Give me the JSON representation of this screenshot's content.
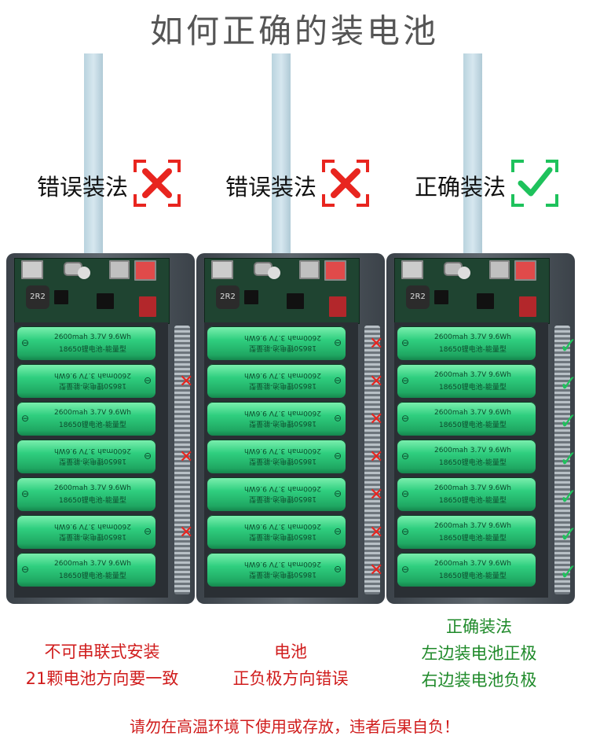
{
  "title": "如何正确的装电池",
  "battery": {
    "line1": "2600mah  3.7V  9.6Wh",
    "line2": "18650锂电池-能量型",
    "neg_symbol": "⊖"
  },
  "inductor_label": "2R2",
  "panels": [
    {
      "label": "错误装法",
      "status": "wrong",
      "status_color": "#e8251f",
      "cells_flipped": [
        false,
        true,
        false,
        true,
        false,
        true,
        false
      ],
      "marks": [
        "",
        "✕",
        "",
        "✕",
        "",
        "✕",
        ""
      ],
      "caption": [
        "不可串联式安装",
        "21颗电池方向要一致"
      ],
      "caption_color": "#d01c1c"
    },
    {
      "label": "错误装法",
      "status": "wrong",
      "status_color": "#e8251f",
      "cells_flipped": [
        true,
        true,
        true,
        true,
        true,
        true,
        true
      ],
      "marks": [
        "✕",
        "✕",
        "✕",
        "✕",
        "✕",
        "✕",
        "✕"
      ],
      "caption": [
        "电池",
        "正负极方向错误"
      ],
      "caption_color": "#d01c1c"
    },
    {
      "label": "正确装法",
      "status": "correct",
      "status_color": "#1ec25c",
      "cells_flipped": [
        false,
        false,
        false,
        false,
        false,
        false,
        false
      ],
      "marks": [
        "✓",
        "✓",
        "✓",
        "✓",
        "✓",
        "✓",
        "✓"
      ],
      "caption": [
        "正确装法",
        "左边装电池正极",
        "右边装电池负极"
      ],
      "caption_color": "#1f8a2a"
    }
  ],
  "warning": "请勿在高温环境下使用或存放，违者后果自负！"
}
